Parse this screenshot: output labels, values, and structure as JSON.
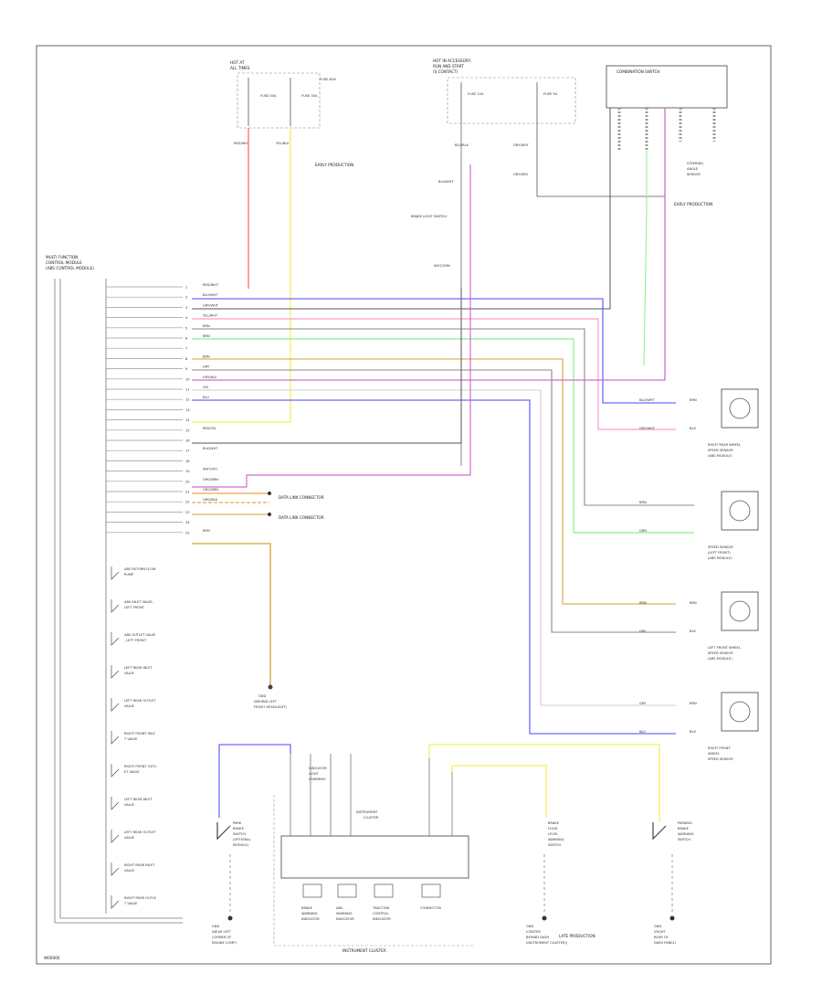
{
  "frame_code": "W00000",
  "module_title": [
    "MULTI FUNCTION",
    "CONTROL MODULE",
    "(ABS CONTROL MODULE)"
  ],
  "module_pins": [
    {
      "pin": "1",
      "wire": "RED/WHT"
    },
    {
      "pin": "2",
      "wire": "BLU/WHT"
    },
    {
      "pin": "3",
      "wire": "GRY/WHT"
    },
    {
      "pin": "4",
      "wire": "YEL/WHT"
    },
    {
      "pin": "5",
      "wire": "BRN"
    },
    {
      "pin": "6",
      "wire": "BRN"
    },
    {
      "pin": "7",
      "wire": ""
    },
    {
      "pin": "8",
      "wire": "BRN"
    },
    {
      "pin": "9",
      "wire": "GRY"
    },
    {
      "pin": "10",
      "wire": "GRY/BLU"
    },
    {
      "pin": "11",
      "wire": "VIO"
    },
    {
      "pin": "12",
      "wire": "BLU"
    },
    {
      "pin": "13",
      "wire": ""
    },
    {
      "pin": "14",
      "wire": ""
    },
    {
      "pin": "15",
      "wire": "RED/YEL"
    },
    {
      "pin": "16",
      "wire": ""
    },
    {
      "pin": "17",
      "wire": "BLK/WHT"
    },
    {
      "pin": "18",
      "wire": ""
    },
    {
      "pin": "19",
      "wire": "WHT/VIO"
    },
    {
      "pin": "20",
      "wire": "ORG/BRN"
    },
    {
      "pin": "21",
      "wire": "ORG/BRN"
    },
    {
      "pin": "22",
      "wire": "ORG/BLK"
    },
    {
      "pin": "23",
      "wire": ""
    },
    {
      "pin": "24",
      "wire": ""
    },
    {
      "pin": "25",
      "wire": "BRN"
    }
  ],
  "module_internals": [
    "ABS RETURN FLOW PUMP",
    "ABS INLET VALVE, LEFT FRONT",
    "ABS OUTLET VALVE, LEFT FRONT",
    "LEFT REAR INLET VALVE",
    "LEFT REAR OUTLET VALVE",
    "RIGHT FRONT INLET VALVE",
    "RIGHT FRONT OUTLET VALVE",
    "LEFT REAR INLET VALVE",
    "LEFT REAR OUTLET VALVE",
    "RIGHT REAR INLET VALVE",
    "RIGHT REAR OUTLET VALVE"
  ],
  "hot_at_all_times": [
    "HOT AT",
    "ALL TIMES"
  ],
  "fuse_labels": [
    "FUSE 40A",
    "FUSE 30A",
    "FUSE BOX"
  ],
  "hot_in_run": [
    "HOT IN ACCESSORY,",
    "RUN AND START",
    "(S CONTACT)"
  ],
  "fuse_10a": "FUSE 10A",
  "fuse_5a": "FUSE 5A",
  "early_production": "EARLY PRODUCTION",
  "wire_labels": {
    "red_wht": "RED/WHT",
    "yel_blk": "YEL/BLK",
    "blu_blk": "BLU/BLK",
    "blk_wht_upper": "BLK/WHT",
    "gry_wht": "GRY/WHT",
    "brake_light_switch": "BRAKE LIGHT SWITCH",
    "gry_red": "GRY/RED",
    "wht_grn": "WHT/GRN"
  },
  "combination_switch": "COMBINATION SWITCH",
  "steering_angle_sensor": [
    "STEERING",
    "ANGLE",
    "SENSOR"
  ],
  "data_link_1": "DATA LINK CONNECTOR",
  "data_link_2": "DATA LINK CONNECTOR",
  "sensors": [
    {
      "name": [
        "RIGHT REAR WHEEL",
        "SPEED SENSOR",
        "(ABS MODULE)"
      ],
      "wire_a": "BLU/WHT",
      "wire_b": "GRY/WHT",
      "pin_a": "BRN",
      "pin_b": "BLK"
    },
    {
      "name": [
        "SPEED SENSOR",
        "(LEFT FRONT)",
        "(ABS MODULE)"
      ],
      "wire_a": "BRN",
      "wire_b": "GRN",
      "pin_a": "",
      "pin_b": ""
    },
    {
      "name": [
        "LEFT FRONT WHEEL",
        "SPEED SENSOR",
        "(ABS MODULE)"
      ],
      "wire_a": "BRN",
      "wire_b": "GRY",
      "pin_a": "BRN",
      "pin_b": "BLK"
    },
    {
      "name": [
        "RIGHT FRONT",
        "WHEEL",
        "SPEED SENSOR"
      ],
      "wire_a": "GRY",
      "wire_b": "BLU",
      "pin_a": "BRN",
      "pin_b": "BLK"
    }
  ],
  "ground_module": [
    "GND",
    "(BEHIND LEFT",
    "FRONT HEADLIGHT)"
  ],
  "brake_fluid_switch": [
    "BRAKE",
    "FLUID",
    "LEVEL",
    "WARNING",
    "SWITCH"
  ],
  "cluster_header": [
    "INDICATOR",
    "LIGHT",
    "ASSEMBLY"
  ],
  "cluster_center_label": [
    "INSTRUMENT",
    "CLUSTER"
  ],
  "cluster_title": "INSTRUMENT CLUSTER",
  "cluster_lamps": [
    "BRAKE WARNING INDICATOR",
    "ABS WARNING INDICATOR",
    "TRACTION CONTROL INDICATOR",
    "CONNECTOR"
  ],
  "parking_brake_switch": [
    "PARK",
    "BRAKE",
    "SWITCH",
    "(OPTIONAL",
    "MODULE)"
  ],
  "brake_switch_right": [
    "PARKING",
    "BRAKE",
    "WARNING",
    "SWITCH"
  ],
  "grounds": [
    {
      "label": [
        "GND",
        "(NEAR LEFT",
        "CORNER OF",
        "ENGINE COMP)"
      ]
    },
    {
      "label": [
        "GND",
        "(CENTER",
        "BEHIND DASH",
        "(INSTRUMENT CLUSTER))"
      ]
    },
    {
      "label": [
        "GND",
        "(RIGHT",
        "REAR OF",
        "DASH PANEL)"
      ]
    }
  ],
  "late_production": "LATE PRODUCTION",
  "colors": {
    "red": "#ff6b6b",
    "yellow": "#f2f25a",
    "blue": "#6b6bff",
    "pink": "#ff9bcf",
    "violet": "#d46bd4",
    "green": "#8af08a",
    "tan": "#d9b45a",
    "orange": "#f5a04a",
    "gray": "#888888",
    "black": "#555555"
  }
}
